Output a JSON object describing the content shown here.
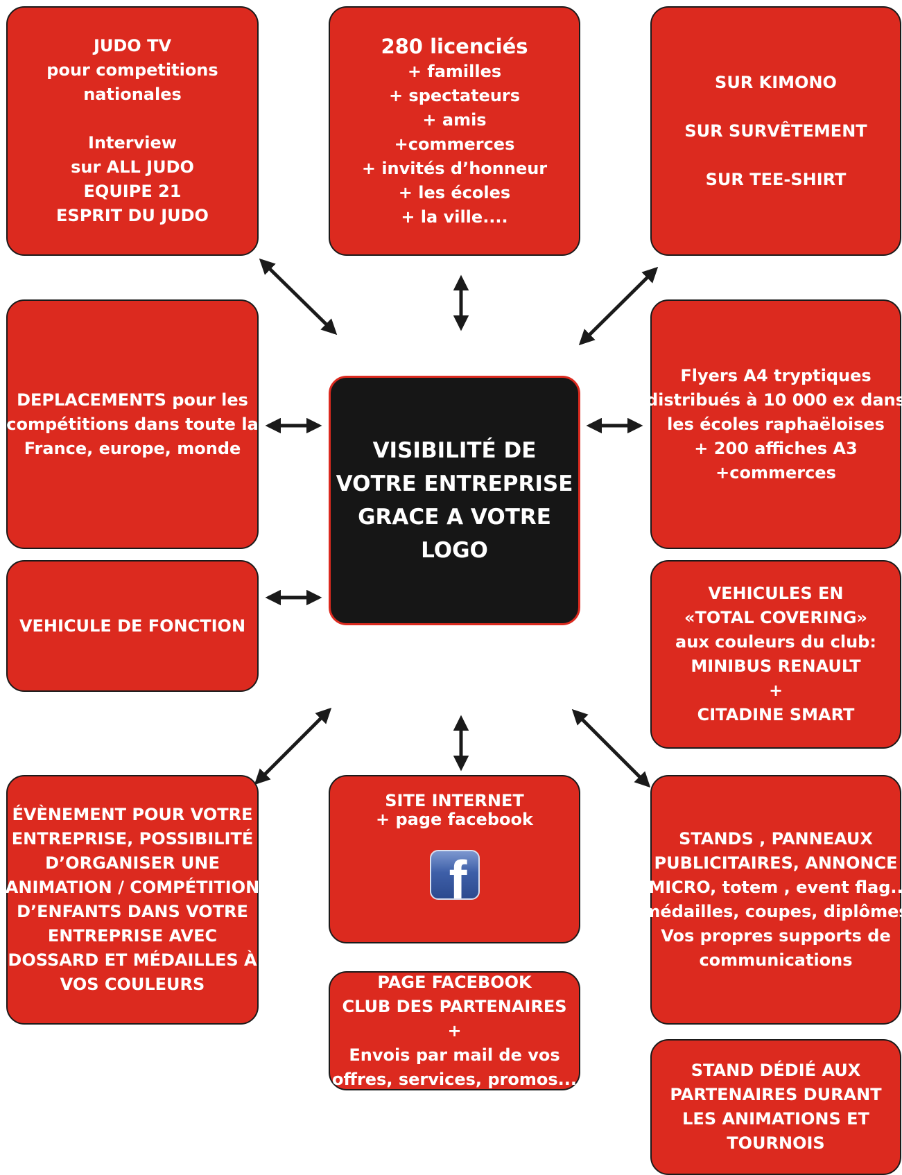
{
  "center": {
    "lines": [
      "VISIBILITÉ DE",
      "VOTRE ENTREPRISE",
      "GRACE A VOTRE",
      "LOGO"
    ]
  },
  "boxes": {
    "judo_tv": {
      "lines": [
        "JUDO TV",
        "pour competitions",
        "nationales",
        "",
        "Interview",
        "sur ALL JUDO",
        "EQUIPE 21",
        "ESPRIT DU JUDO"
      ]
    },
    "licencies": {
      "lines": [
        "280 licenciés",
        "+ familles",
        "+ spectateurs",
        "+ amis",
        "+commerces",
        "+ invités d’honneur",
        "+ les écoles",
        "+ la ville...."
      ]
    },
    "kimono": {
      "lines": [
        "SUR KIMONO",
        "",
        "SUR SURVÊTEMENT",
        "",
        "SUR TEE-SHIRT"
      ]
    },
    "deplacements": {
      "lines": [
        "DEPLACEMENTS pour les",
        "compétitions dans toute la",
        "France, europe, monde"
      ]
    },
    "flyers": {
      "lines": [
        "Flyers A4 tryptiques",
        "distribués à 10 000 ex dans",
        "les écoles raphaëloises",
        "+ 200 affiches A3",
        "+commerces"
      ]
    },
    "vehicule_fonction": {
      "lines": [
        "VEHICULE DE FONCTION"
      ]
    },
    "vehicules_covering": {
      "lines": [
        "VEHICULES EN",
        "«TOTAL COVERING»",
        "aux couleurs du club:",
        "MINIBUS RENAULT",
        "+",
        "CITADINE SMART"
      ]
    },
    "evenement": {
      "lines": [
        "ÉVÈNEMENT POUR VOTRE",
        "ENTREPRISE, POSSIBILITÉ",
        "D’ORGANISER UNE",
        "ANIMATION / COMPÉTITION",
        "D’ENFANTS DANS VOTRE",
        "ENTREPRISE AVEC",
        "DOSSARD ET MÉDAILLES À",
        "VOS COULEURS"
      ]
    },
    "site_internet": {
      "lines": [
        "SITE INTERNET",
        "+ page facebook"
      ],
      "icon": "facebook-icon"
    },
    "stands": {
      "lines": [
        "STANDS , PANNEAUX",
        "PUBLICITAIRES, ANNONCE",
        "MICRO, totem , event flag..",
        "médailles, coupes, diplômes",
        "Vos propres supports de",
        "communications"
      ]
    },
    "page_facebook": {
      "lines": [
        "PAGE FACEBOOK",
        "CLUB DES PARTENAIRES",
        "+",
        "Envois par mail de vos",
        "offres, services, promos..."
      ]
    },
    "stand_dedie": {
      "lines": [
        "STAND DÉDIÉ AUX",
        "PARTENAIRES DURANT",
        "LES ANIMATIONS ET",
        "TOURNOIS"
      ]
    }
  },
  "colors": {
    "box_red": "#dc2a1f",
    "center_black": "#161616",
    "arrow": "#1a1a1a",
    "text": "#ffffff"
  }
}
